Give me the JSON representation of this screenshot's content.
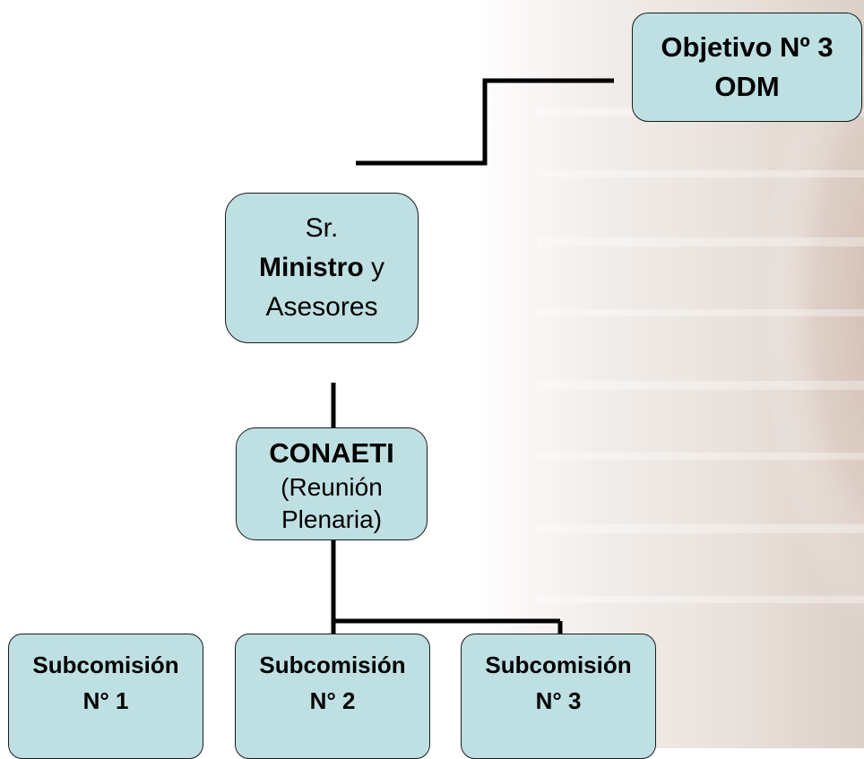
{
  "colors": {
    "node_fill": "#bfe0e3",
    "node_border": "#1a1a1a",
    "connector": "#000000"
  },
  "nodes": {
    "objetivo": {
      "line1": "Objetivo Nº 3",
      "line2": "ODM"
    },
    "ministro": {
      "line1": "Sr.",
      "line2_bold": "Ministro",
      "line2_rest": " y",
      "line3": "Asesores"
    },
    "conaeti": {
      "title": "CONAETI",
      "line2": "(Reunión",
      "line3": "Plenaria)"
    },
    "subcomisiones": [
      {
        "line1": "Subcomisión",
        "line2": "N° 1"
      },
      {
        "line1": "Subcomisión",
        "line2": "N° 2"
      },
      {
        "line1": "Subcomisión",
        "line2": "N° 3"
      }
    ]
  }
}
